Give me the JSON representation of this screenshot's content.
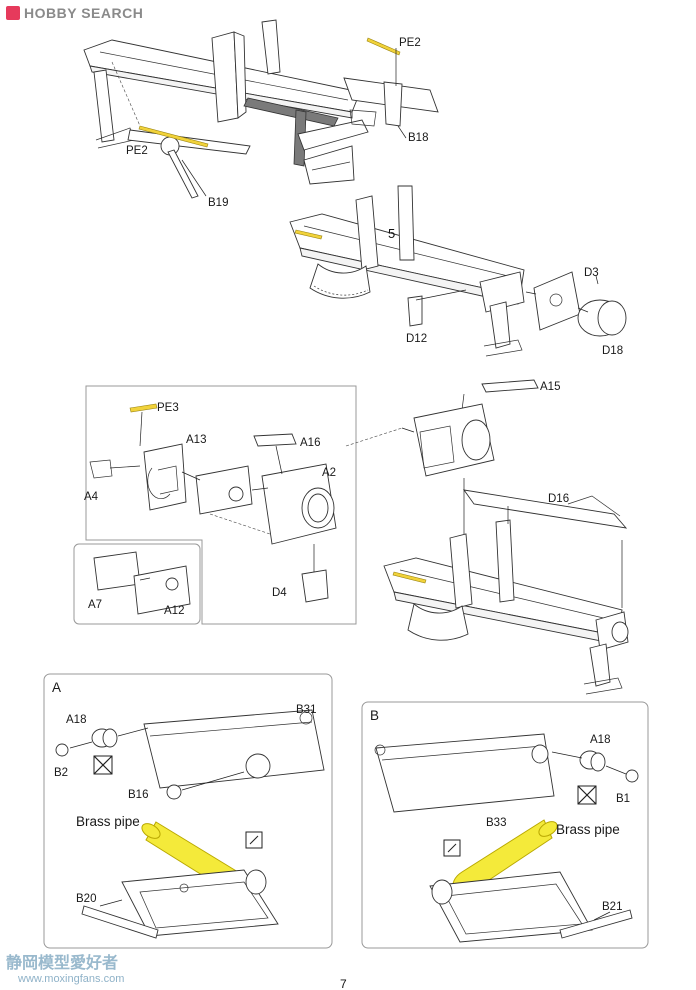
{
  "logo": {
    "text": "HOBBY SEARCH"
  },
  "page_number": "7",
  "step_number": "5",
  "watermark": {
    "line1": "静岡模型愛好者",
    "line2": "www.moxingfans.com"
  },
  "top_section": {
    "labels": {
      "pe2_top": "PE2",
      "b18": "B18",
      "pe2_left": "PE2",
      "b19": "B19",
      "d3": "D3",
      "d12": "D12",
      "d18": "D18"
    }
  },
  "middle_section": {
    "labels": {
      "pe3": "PE3",
      "a13": "A13",
      "a16": "A16",
      "a2": "A2",
      "a4": "A4",
      "d4": "D4",
      "a7": "A7",
      "a12": "A12",
      "a15": "A15",
      "d16": "D16"
    }
  },
  "panel_a": {
    "title": "A",
    "labels": {
      "a18": "A18",
      "b31": "B31",
      "b2": "B2",
      "b16": "B16",
      "brass_pipe": "Brass pipe",
      "b20": "B20"
    }
  },
  "panel_b": {
    "title": "B",
    "labels": {
      "a18": "A18",
      "b1": "B1",
      "b33": "B33",
      "brass_pipe": "Brass pipe",
      "b21": "B21"
    }
  },
  "colors": {
    "photo_etch": "#f1d23a",
    "brass_pipe": "#f4ea3a",
    "frame_border": "#999999",
    "watermark": "#8fb2c8"
  },
  "icons": [
    "no-glue-icon",
    "cut-icon",
    "hobby-search-logo-icon"
  ]
}
